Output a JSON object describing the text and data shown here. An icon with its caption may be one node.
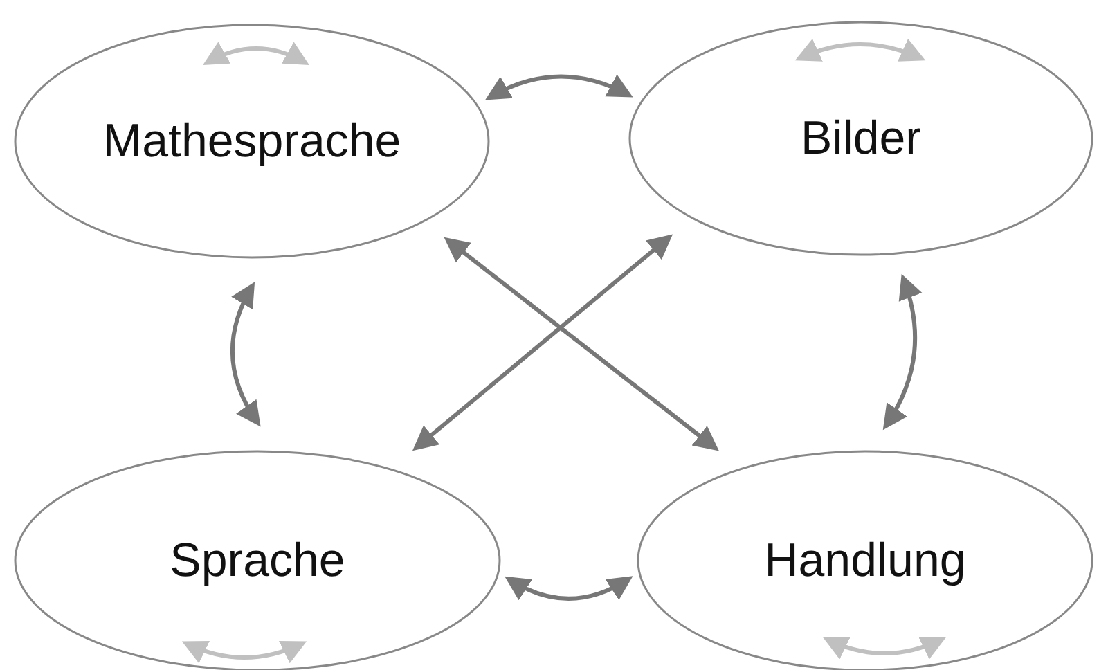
{
  "diagram": {
    "nodes": [
      {
        "text": [
          "Mathesprache"
        ]
      },
      {
        "text": [
          "Bilder"
        ]
      },
      {
        "text": [
          "Sprache"
        ]
      },
      {
        "text": [
          "Handlung"
        ]
      }
    ],
    "edges": [
      {
        "from": 0,
        "to": 1,
        "arrow": "both"
      },
      {
        "from": 0,
        "to": 2,
        "arrow": "both"
      },
      {
        "from": 1,
        "to": 3,
        "arrow": "both"
      },
      {
        "from": 2,
        "to": 3,
        "arrow": "both"
      },
      {
        "from": 0,
        "to": 3,
        "arrow": "both"
      },
      {
        "from": 1,
        "to": 2,
        "arrow": "both"
      },
      {
        "from": 0,
        "to": 0,
        "arrow": "both",
        "color": "#c0c0c0"
      },
      {
        "from": 1,
        "to": 1,
        "arrow": "both",
        "color": "#c0c0c0"
      },
      {
        "from": 2,
        "to": 2,
        "arrow": "both",
        "color": "#c0c0c0"
      },
      {
        "from": 3,
        "to": 3,
        "arrow": "both",
        "color": "#c0c0c0"
      }
    ]
  }
}
